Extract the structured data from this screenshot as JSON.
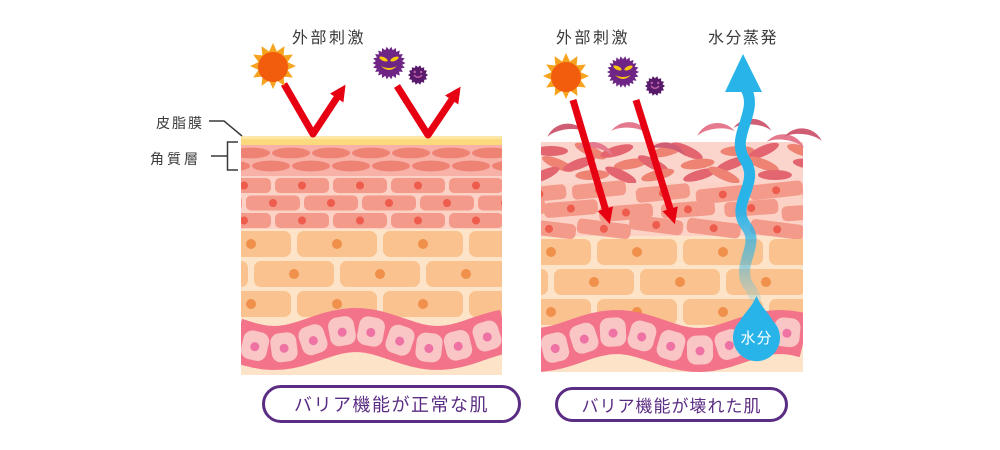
{
  "diagram_title": "skin barrier function comparison",
  "panels": {
    "left": {
      "stimulus_label": "外部刺激",
      "sebum_label": "皮脂膜",
      "corneum_label": "角質層",
      "caption": "バリア機能が正常な肌",
      "icons": [
        "sun-icon",
        "virus-icon",
        "germ-icon",
        "reflected-arrow-icon"
      ]
    },
    "right": {
      "stimulus_label": "外部刺激",
      "evaporation_label": "水分蒸発",
      "moisture_label": "水分",
      "caption": "バリア機能が壊れた肌",
      "icons": [
        "sun-icon",
        "virus-icon",
        "germ-icon",
        "penetrating-arrow-icon",
        "evaporation-arrow-icon",
        "water-drop-icon",
        "skin-flake-icon"
      ]
    }
  },
  "colors": {
    "background": "#ffffff",
    "text": "#3a3a3a",
    "caption_purple": "#5b2c83",
    "red_arrow": "#e60012",
    "water_blue": "#29b4e9",
    "water_fade": "#a9cfca",
    "drop_text": "#ffffff",
    "sun_rays": "#f6a41f",
    "sun_core": "#f25c0d",
    "virus_purple": "#6e2585",
    "virus_face_yellow": "#f9c70e",
    "germ_purple": "#581a6b",
    "germ_face_pink": "#c05fa4",
    "sebum_yellow": "#fbd97c",
    "sebum_highlight": "#fde7a8",
    "corneum_bg": "#f8b1a7",
    "corneum_cell": "#ee8374",
    "corneum_bg_damaged": "#fbd4cb",
    "corneum_cell_dark": "#e26570",
    "mortar_pink": "#fbd2c5",
    "brick_salmon": "#f49a8b",
    "brick_dot": "#ed5c4d",
    "mortar_peach": "#fde3c7",
    "brick_peach": "#f9c28e",
    "brick_peach_dot": "#f0904b",
    "basal_band": "#f3738a",
    "basal_cell": "#f9c5c5",
    "basal_dot": "#ee72a3",
    "flake_light": "#e57a8e",
    "flake_dark": "#cf5d73"
  }
}
